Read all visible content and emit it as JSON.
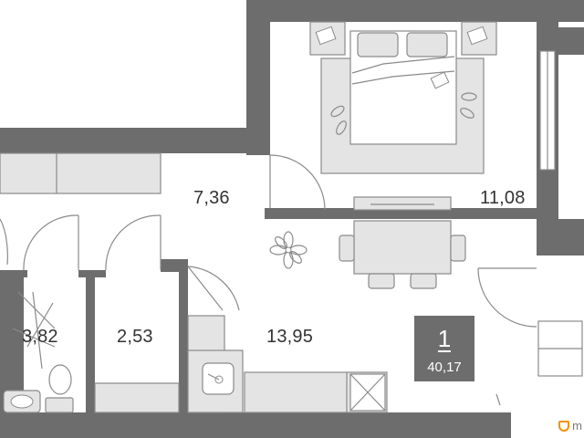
{
  "rooms": {
    "bedroom_area": "11,08",
    "hallway_area": "7,36",
    "kitchen_living_area": "13,95",
    "bathroom_area": "3,82",
    "wc_area": "2,53"
  },
  "badge": {
    "room_count": "1",
    "total_area": "40,17"
  },
  "watermark": {
    "text": "m"
  },
  "colors": {
    "wall": "#6d6d6e",
    "furniture": "#e4e4e4",
    "badge_background": "#6d6d6e",
    "watermark_accent": "#f29100"
  }
}
